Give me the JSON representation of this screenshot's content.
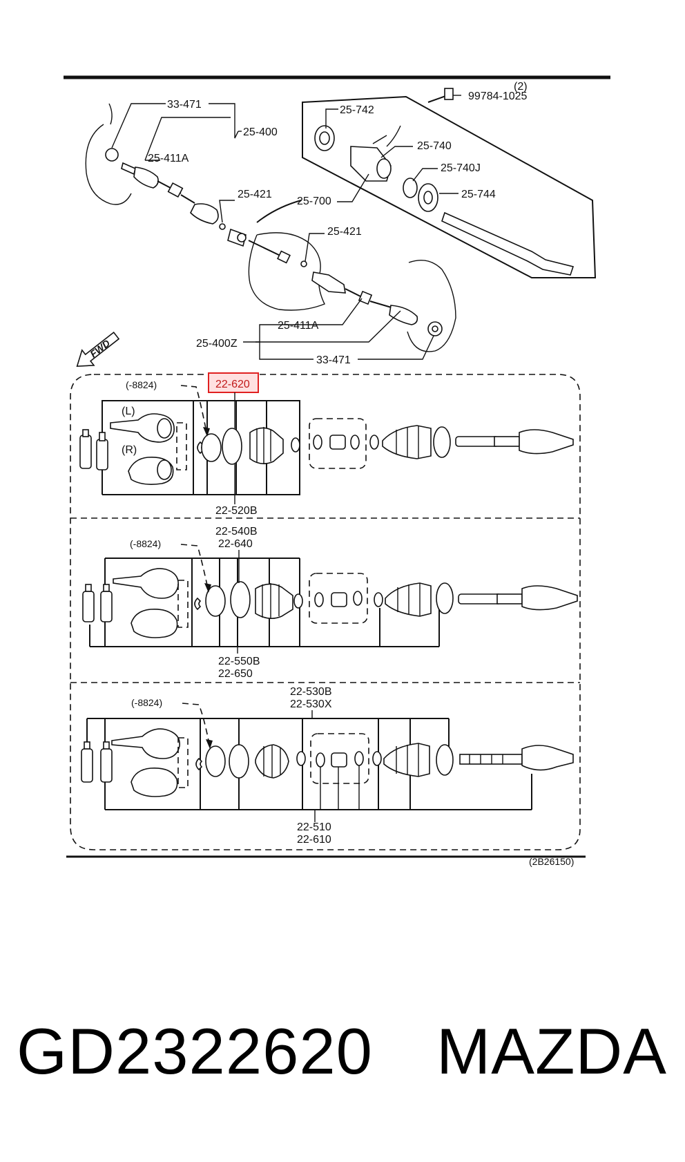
{
  "upper": {
    "labels": {
      "l_33_471_top": "33-471",
      "l_25_400": "25-400",
      "l_25_411a_top": "25-411A",
      "l_25_421_a": "25-421",
      "l_25_421_b": "25-421",
      "l_25_700": "25-700",
      "l_25_742": "25-742",
      "l_25_740": "25-740",
      "l_25_740j": "25-740J",
      "l_25_744": "25-744",
      "l_99784": "99784-1025",
      "l_qty2": "(2)",
      "l_25_411a_bot": "25-411A",
      "l_25_400z": "25-400Z",
      "l_33_471_bot": "33-471"
    },
    "fwd": "FWD"
  },
  "panels": {
    "p1": {
      "range": "(-8824)",
      "top_label": "22-620",
      "bottom_label": "22-520B",
      "left_tag": "(L)",
      "right_tag": "(R)"
    },
    "p2": {
      "range": "(-8824)",
      "top_label_1": "22-540B",
      "top_label_2": "22-640",
      "bottom_label_1": "22-550B",
      "bottom_label_2": "22-650"
    },
    "p3": {
      "range": "(-8824)",
      "top_label_1": "22-530B",
      "top_label_2": "22-530X",
      "bottom_label_1": "22-510",
      "bottom_label_2": "22-610"
    }
  },
  "figure_code": "(2B26150)",
  "caption": {
    "part_number": "GD2322620",
    "brand": "MAZDA"
  },
  "colors": {
    "ink": "#111111",
    "highlight_stroke": "#e02020",
    "highlight_fill": "#ffe0e0"
  }
}
